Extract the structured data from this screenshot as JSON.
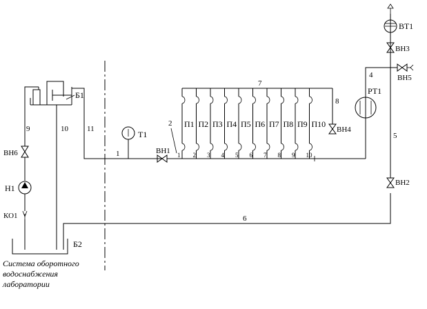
{
  "diagram": {
    "labels": {
      "bt1": "ВТ1",
      "bh3": "ВН3",
      "bh5": "ВН5",
      "pt1": "РТ1",
      "bh4": "ВН4",
      "bh2": "ВН2",
      "bh1": "ВН1",
      "t1": "Т1",
      "b1": "Б1",
      "b2": "Б2",
      "bh6": "ВН6",
      "h1": "Н1",
      "ko1": "КО1"
    },
    "pipe_numbers": {
      "p1": "1",
      "p2": "2",
      "p4": "4",
      "p5": "5",
      "p6": "6",
      "p7": "7",
      "p8": "8",
      "p9": "9",
      "p10": "10",
      "p11": "11"
    },
    "branches": [
      {
        "label": "П1",
        "num": "1"
      },
      {
        "label": "П2",
        "num": "2"
      },
      {
        "label": "П3",
        "num": "3"
      },
      {
        "label": "П4",
        "num": "4"
      },
      {
        "label": "П5",
        "num": "5"
      },
      {
        "label": "П6",
        "num": "6"
      },
      {
        "label": "П7",
        "num": "7"
      },
      {
        "label": "П8",
        "num": "8"
      },
      {
        "label": "П9",
        "num": "9"
      },
      {
        "label": "П10",
        "num": "10"
      }
    ],
    "caption_lines": [
      "Система оборотного",
      "водоснабжения",
      "лаборатории"
    ]
  }
}
